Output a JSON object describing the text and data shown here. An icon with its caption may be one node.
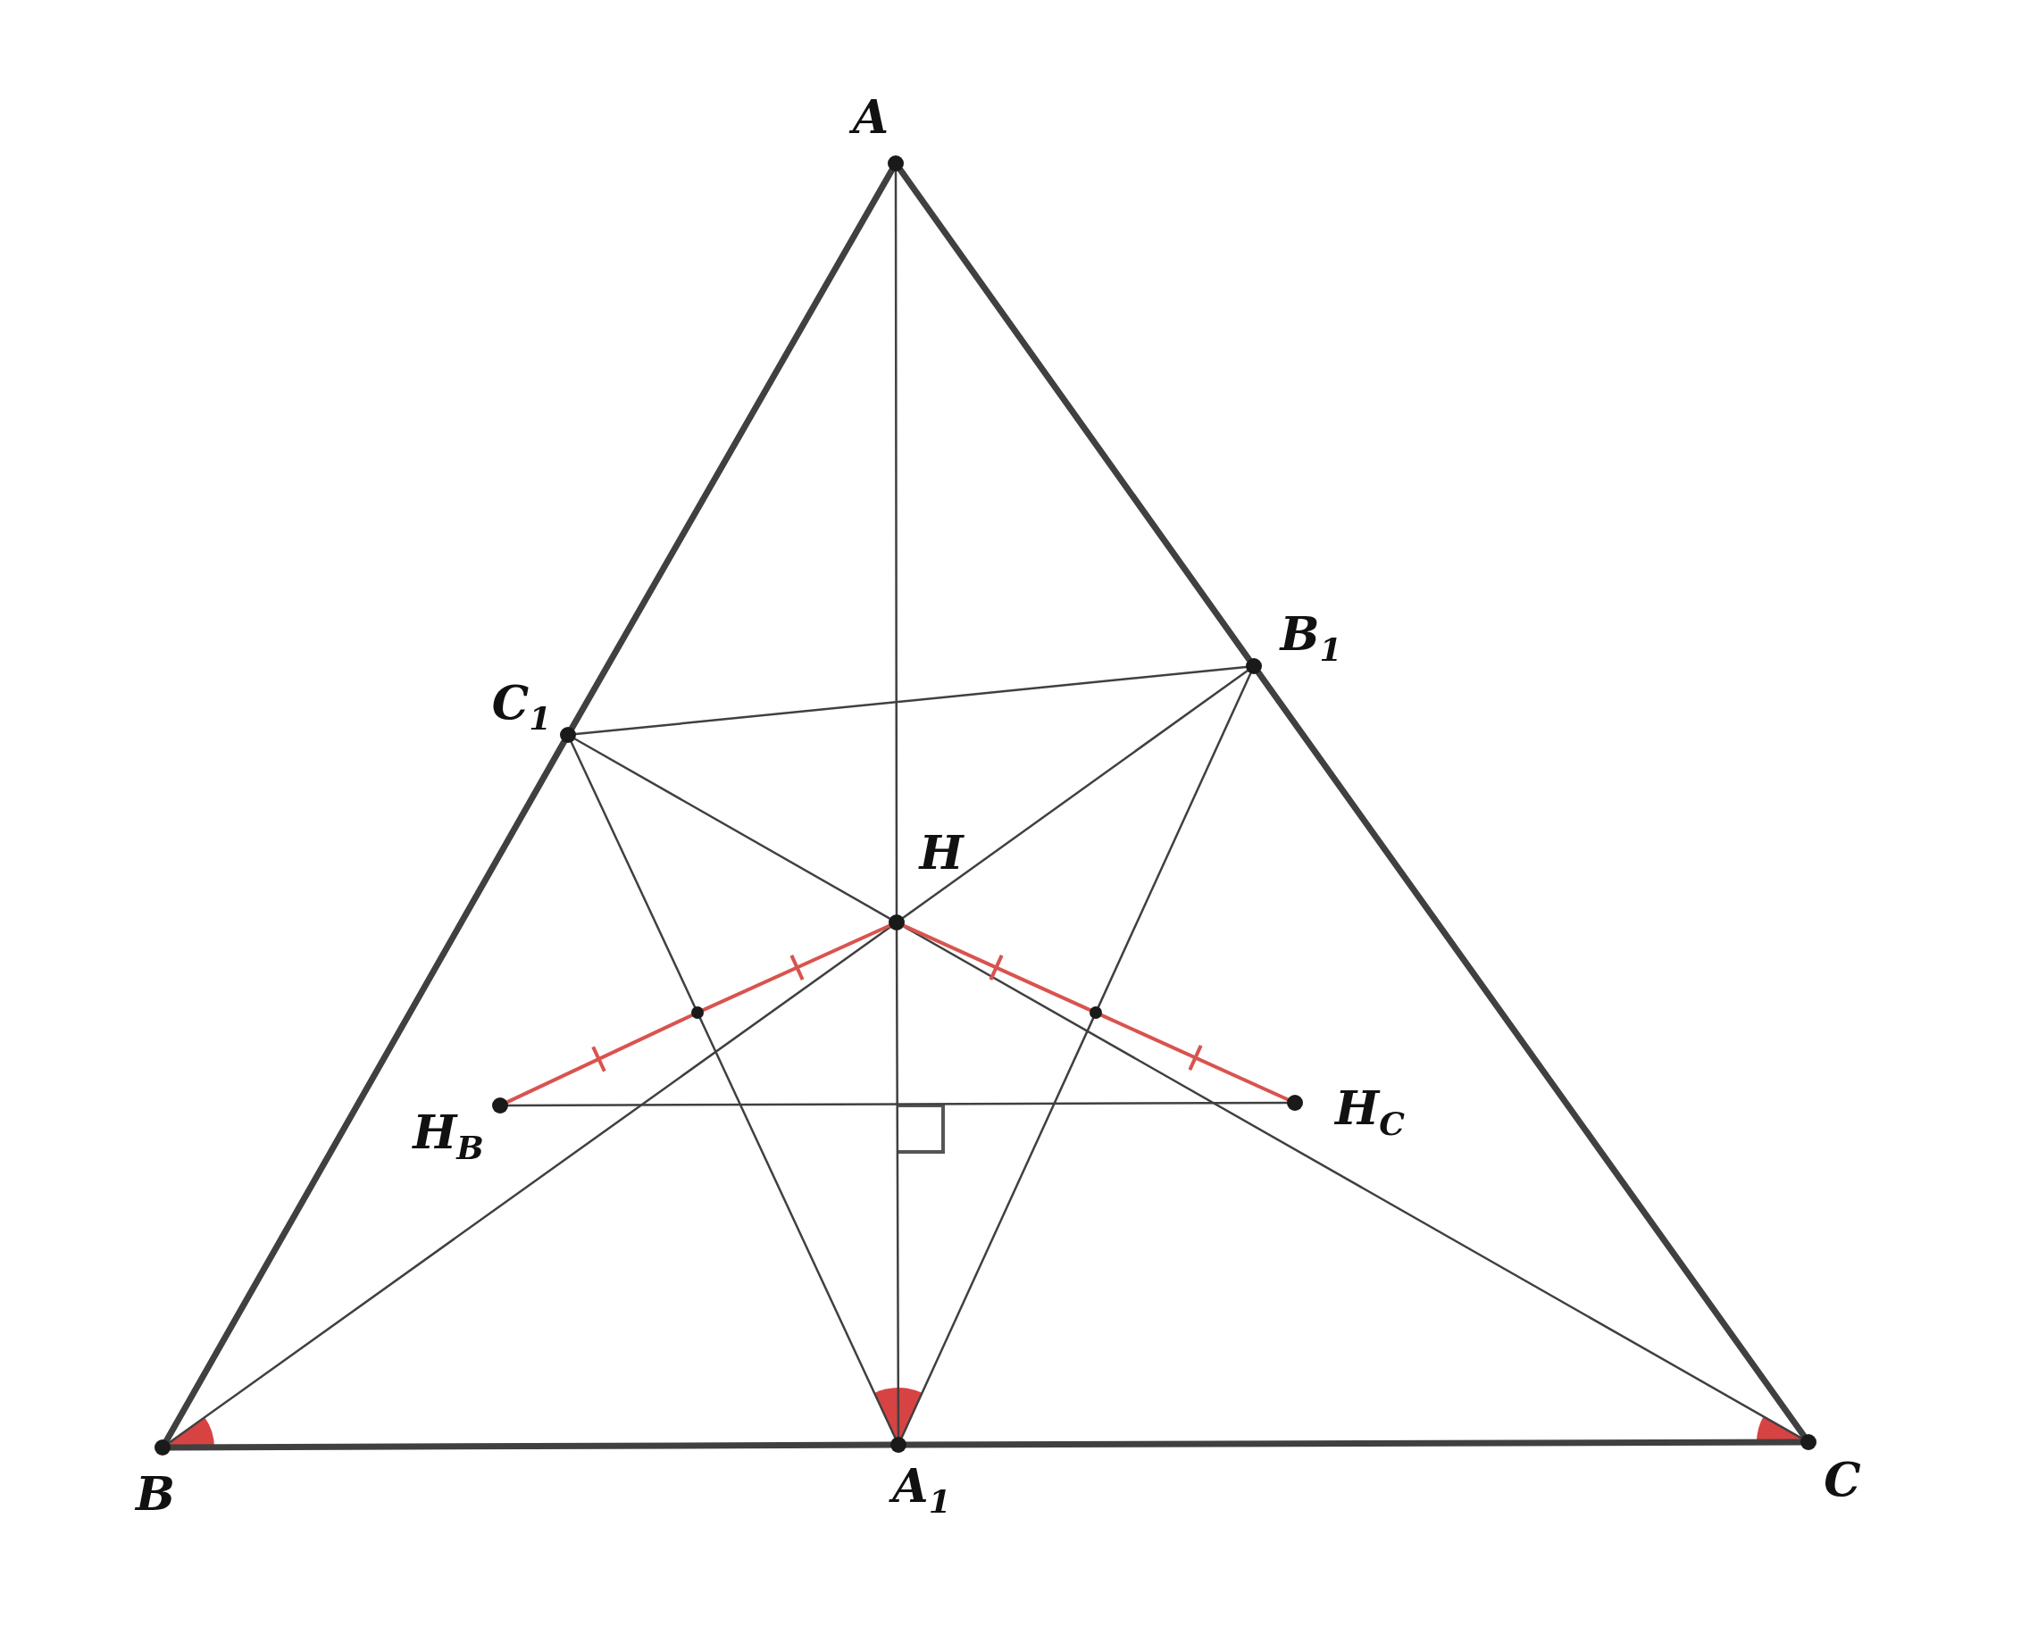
{
  "diagram": {
    "nodes": [
      {
        "text": [
          "A"
        ]
      },
      {
        "text": [
          "B$_{1}$"
        ]
      },
      {
        "text": [
          "C$_{1}$"
        ]
      },
      {
        "text": [
          "H"
        ]
      },
      {
        "text": [],
        "shape": "circle"
      },
      {
        "text": [],
        "shape": "circle"
      },
      {
        "text": [
          "H$_{B}$"
        ]
      },
      {
        "text": [
          "H$_{C}$"
        ]
      },
      {
        "text": [
          "B"
        ]
      },
      {
        "text": [
          "A$_{1}$"
        ]
      },
      {
        "text": [
          "C"
        ]
      }
    ],
    "edges": [
      {
        "from": 0,
        "to": 2,
        "arrow": "none",
        "style": "thick"
      },
      {
        "from": 2,
        "to": 8,
        "arrow": "none",
        "style": "thick"
      },
      {
        "from": 0,
        "to": 1,
        "arrow": "none",
        "style": "thick"
      },
      {
        "from": 1,
        "to": 10,
        "arrow": "none",
        "style": "thick"
      },
      {
        "from": 8,
        "to": 9,
        "arrow": "none",
        "style": "thick"
      },
      {
        "from": 9,
        "to": 10,
        "arrow": "none",
        "style": "thick"
      },
      {
        "from": 0,
        "to": 3,
        "arrow": "none"
      },
      {
        "from": 3,
        "to": 9,
        "arrow": "none"
      },
      {
        "from": 8,
        "to": 3,
        "arrow": "none"
      },
      {
        "from": 3,
        "to": 1,
        "arrow": "none"
      },
      {
        "from": 10,
        "to": 3,
        "arrow": "none"
      },
      {
        "from": 3,
        "to": 2,
        "arrow": "none"
      },
      {
        "from": 2,
        "to": 1,
        "arrow": "none"
      },
      {
        "from": 2,
        "to": 4,
        "arrow": "none"
      },
      {
        "from": 4,
        "to": 9,
        "arrow": "none"
      },
      {
        "from": 1,
        "to": 5,
        "arrow": "none"
      },
      {
        "from": 5,
        "to": 9,
        "arrow": "none"
      },
      {
        "from": 6,
        "to": 7,
        "arrow": "none"
      },
      {
        "from": 6,
        "to": 4,
        "arrow": "none",
        "color": "#d9534f"
      },
      {
        "from": 4,
        "to": 3,
        "arrow": "none",
        "color": "#d9534f"
      },
      {
        "from": 3,
        "to": 5,
        "arrow": "none",
        "color": "#d9534f"
      },
      {
        "from": 5,
        "to": 7,
        "arrow": "none",
        "color": "#d9534f"
      }
    ]
  }
}
